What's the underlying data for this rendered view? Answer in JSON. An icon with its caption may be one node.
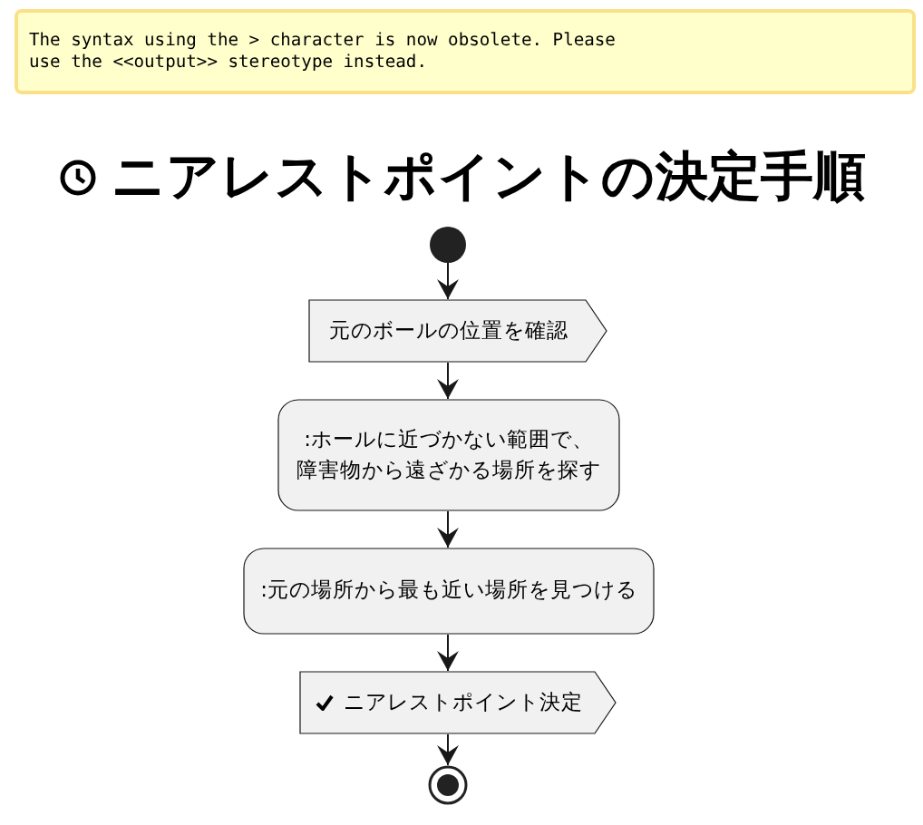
{
  "diagram": {
    "title": "ニアレストポイントの決定手順",
    "nodes": [
      {
        "text": [
          "The syntax using the > character is now obsolete. Please use the <<output>> stereotype instead."
        ]
      },
      {
        "text": [],
        "shape": "circle"
      },
      {
        "text": [
          "元のボールの位置を確認"
        ]
      },
      {
        "text": [
          ":ホールに近づかない範囲で、障害物から遠ざかる場所を探す"
        ]
      },
      {
        "text": [
          ":元の場所から最も近い場所を見つける"
        ]
      },
      {
        "text": [
          "ニアレストポイント決定"
        ]
      },
      {
        "text": [],
        "shape": "circle"
      }
    ],
    "edges": [
      {
        "from": 1,
        "to": 2,
        "arrow": "to"
      },
      {
        "from": 2,
        "to": 3,
        "arrow": "to"
      },
      {
        "from": 3,
        "to": 4,
        "arrow": "to"
      },
      {
        "from": 4,
        "to": 5,
        "arrow": "to"
      },
      {
        "from": 5,
        "to": 6,
        "arrow": "to"
      }
    ]
  }
}
